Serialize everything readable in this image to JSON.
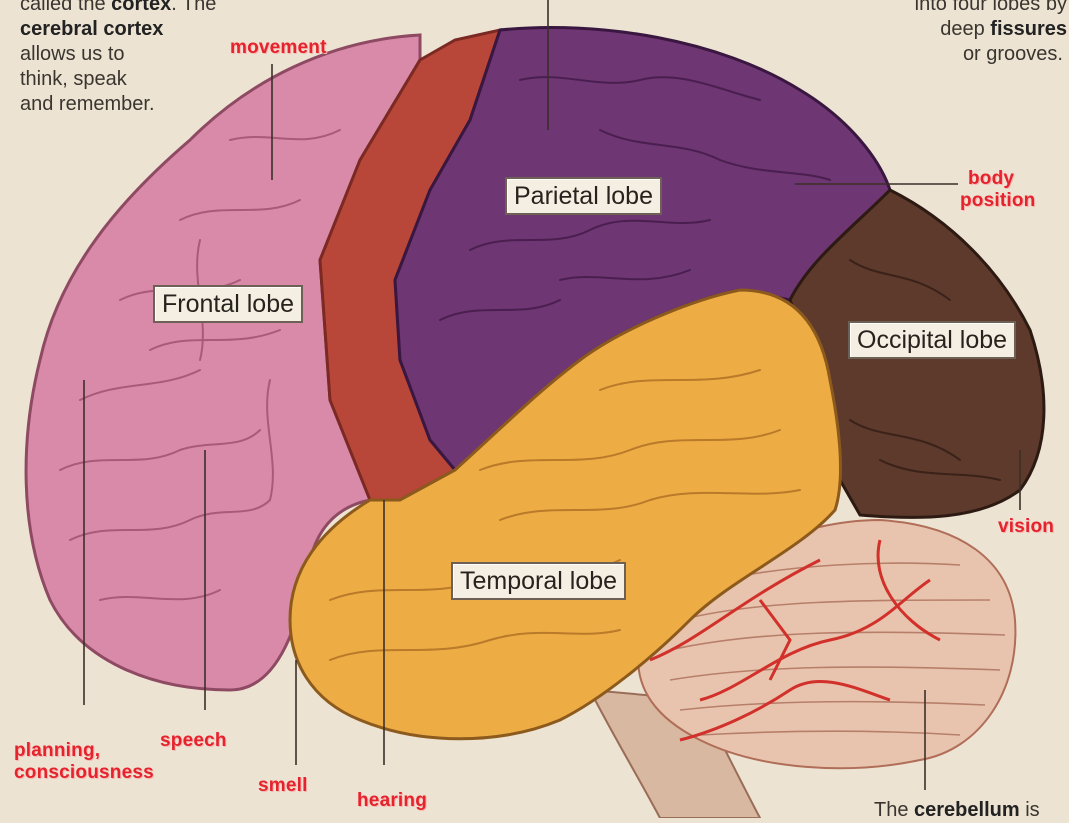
{
  "intro": {
    "line1_pre": "called the ",
    "line1_bold": "cortex",
    "line1_post": ". The",
    "line2_bold": "cerebral cortex",
    "line3": "allows us to",
    "line4": "think, speak",
    "line5": "and remember."
  },
  "fissures": {
    "line1": "into four lobes by",
    "line2_pre": "deep ",
    "line2_bold": "fissures",
    "line3": "or grooves."
  },
  "cerebellum": {
    "pre": "The ",
    "bold": "cerebellum",
    "post": " is"
  },
  "lobes": {
    "frontal": "Frontal lobe",
    "parietal": "Parietal lobe",
    "occipital": "Occipital lobe",
    "temporal": "Temporal lobe"
  },
  "functions": {
    "movement": "movement",
    "body_line1": "body",
    "body_line2": "position",
    "vision": "vision",
    "planning_line1": "planning,",
    "planning_line2": "consciousness",
    "speech": "speech",
    "smell": "smell",
    "hearing": "hearing"
  },
  "colors": {
    "frontal": "#d98aa8",
    "motor_strip": "#b8473a",
    "parietal": "#6e3673",
    "occipital": "#5e3a2c",
    "temporal": "#eeac45",
    "cerebellum": "#e8c4ae",
    "function_label": "#e4232d"
  }
}
